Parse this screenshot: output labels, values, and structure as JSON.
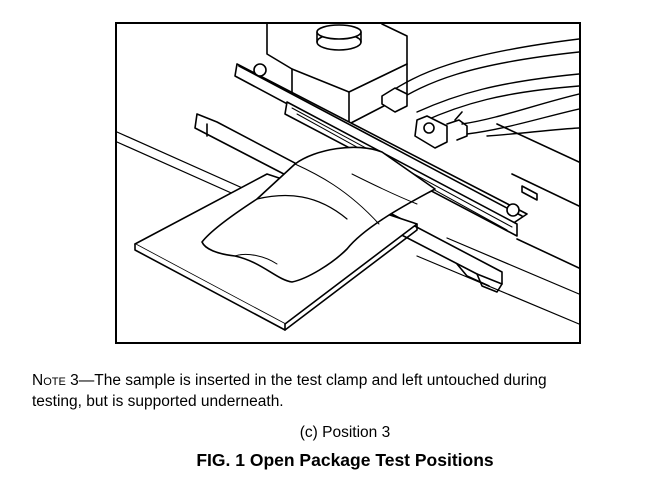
{
  "figure": {
    "illustration": "open-package-test-clamp-position-3",
    "note_label": "Note 3—",
    "note_line1": "The sample is inserted in the test clamp and left untouched during",
    "note_line2": "testing, but is supported underneath.",
    "subcaption": "(c) Position 3",
    "caption": "FIG. 1 Open Package Test Positions"
  }
}
